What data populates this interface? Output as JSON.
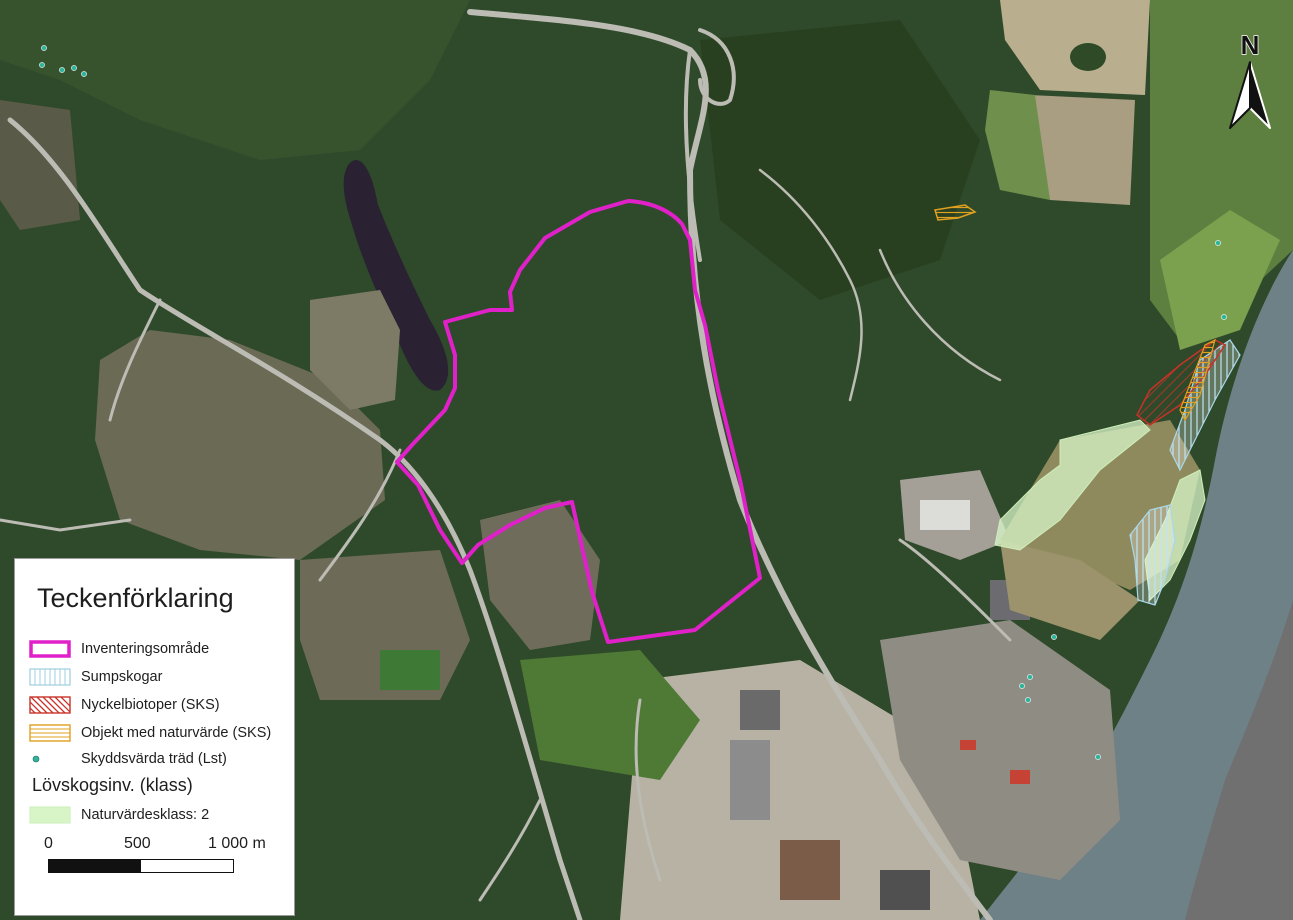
{
  "legend": {
    "title": "Teckenförklaring",
    "items": [
      {
        "label": "Inventeringsområde",
        "symbol": "outline",
        "color": "#e020c8"
      },
      {
        "label": "Sumpskogar",
        "symbol": "vertical-hatch",
        "color": "#9ecfe0"
      },
      {
        "label": "Nyckelbiotoper (SKS)",
        "symbol": "diagonal-hatch",
        "color": "#c83228"
      },
      {
        "label": "Objekt med naturvärde (SKS)",
        "symbol": "horizontal-hatch",
        "color": "#e0a020"
      },
      {
        "label": "Skyddsvärda träd (Lst)",
        "symbol": "point",
        "color": "#2fb39a"
      }
    ],
    "group_title": "Lövskogsinv. (klass)",
    "group_items": [
      {
        "label": "Naturvärdesklass: 2",
        "symbol": "fill",
        "color": "#d8f5c8"
      }
    ]
  },
  "scale": {
    "labels": [
      "0",
      "500",
      "1 000 m"
    ]
  },
  "north_arrow": {
    "letter": "N",
    "icon": "north-arrow-icon"
  },
  "colors": {
    "study_area": "#e020c8",
    "forest": "#2c4a28",
    "water": "#6f8288",
    "field": "#9eb07a",
    "road": "#bcbcb4",
    "lake": "#2a2232"
  }
}
